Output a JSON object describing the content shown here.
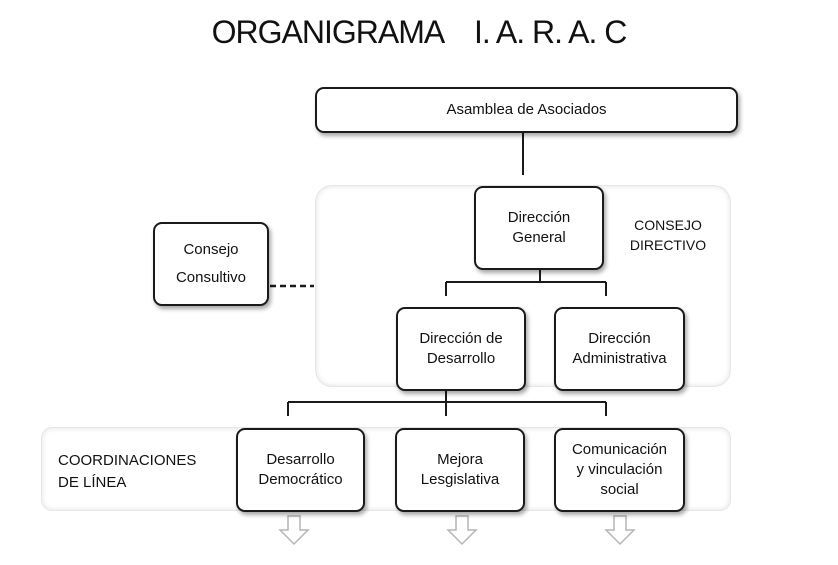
{
  "title": {
    "main": "ORGANIGRAMA",
    "org": "I. A. R. A. C"
  },
  "nodes": {
    "asamblea": "Asamblea de Asociados",
    "direccion_general": "Dirección\nGeneral",
    "consejo_directivo": "CONSEJO\nDIRECTIVO",
    "consejo_consultivo": "Consejo\nConsultivo",
    "direccion_desarrollo": "Dirección de\nDesarrollo",
    "direccion_administrativa": "Dirección\nAdministrativa",
    "coordinaciones": "COORDINACIONES\nDE LÍNEA",
    "desarrollo_democratico": "Desarrollo\nDemocrático",
    "mejora_legislativa": "Mejora\nLesgislativa",
    "comunicacion": "Comunicación\ny vinculación\nsocial"
  }
}
